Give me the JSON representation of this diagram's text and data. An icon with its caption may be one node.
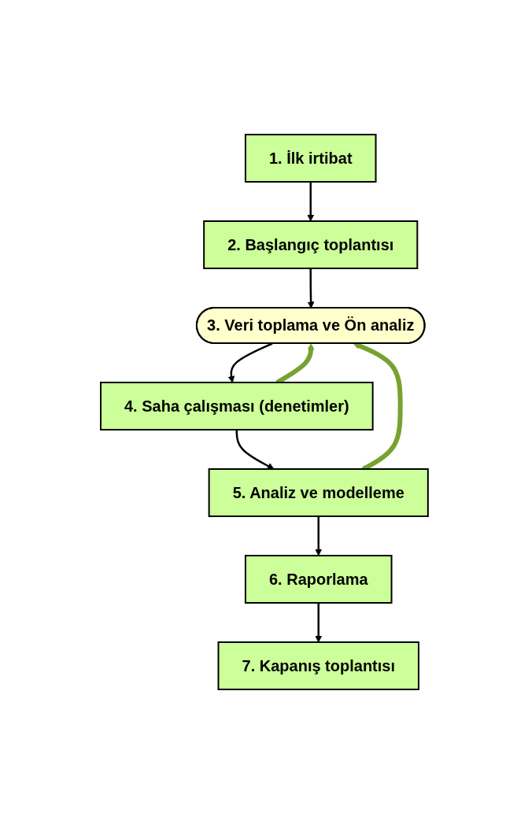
{
  "diagram": {
    "nodes": [
      {
        "text": [
          "1. İlk irtibat"
        ]
      },
      {
        "text": [
          "2. Başlangıç toplantısı"
        ]
      },
      {
        "text": [
          "3. Veri toplama ve Ön analiz"
        ]
      },
      {
        "text": [
          "4. Saha çalışması (denetimler)"
        ]
      },
      {
        "text": [
          "5. Analiz ve modelleme"
        ]
      },
      {
        "text": [
          "6. Raporlama"
        ]
      },
      {
        "text": [
          "7. Kapanış toplantısı"
        ]
      }
    ],
    "edges": [
      {
        "from": 0,
        "to": 1,
        "arrow": "to"
      },
      {
        "from": 1,
        "to": 2,
        "arrow": "to"
      },
      {
        "from": 2,
        "to": 3,
        "arrow": "to"
      },
      {
        "from": 3,
        "to": 4,
        "arrow": "to"
      },
      {
        "from": 4,
        "to": 5,
        "arrow": "to"
      },
      {
        "from": 5,
        "to": 6,
        "arrow": "to"
      },
      {
        "from": 3,
        "to": 2,
        "arrow": "to",
        "style": "thick",
        "color": "#77a22f"
      },
      {
        "from": 4,
        "to": 2,
        "arrow": "to",
        "style": "thick",
        "color": "#77a22f"
      }
    ]
  }
}
